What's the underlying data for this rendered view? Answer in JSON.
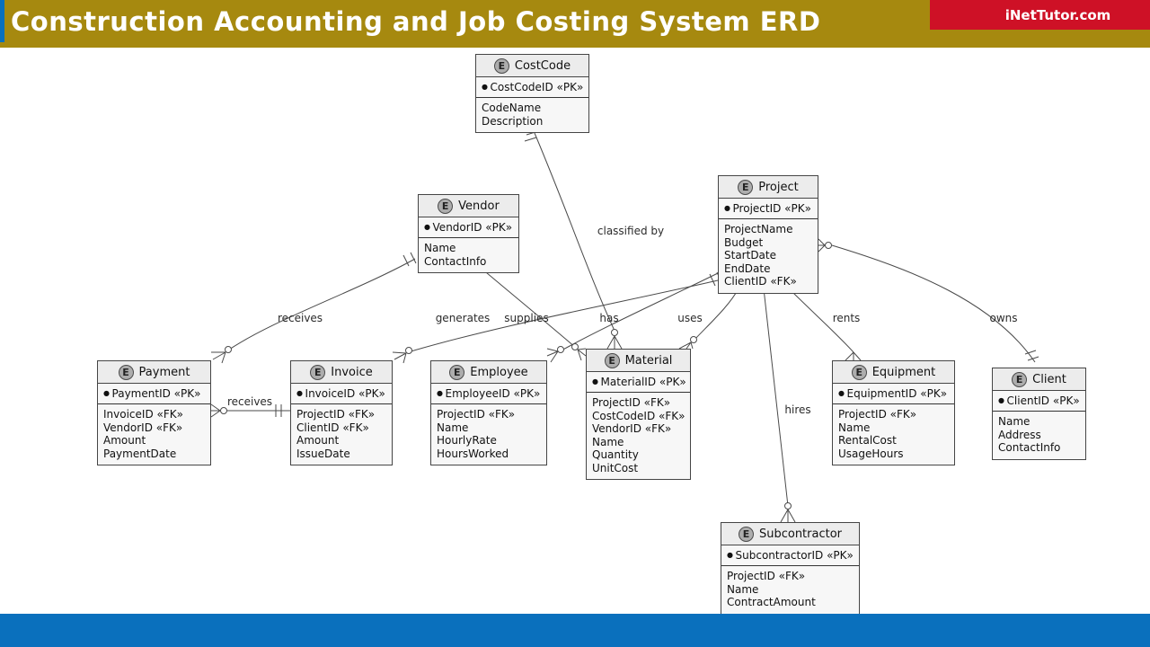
{
  "header": {
    "title": "Construction Accounting and Job Costing System ERD",
    "brand": "iNetTutor.com"
  },
  "diagram": {
    "entity_icon_letter": "E",
    "notation": "crow's foot with circle (zero-or-many) and double tick (one)"
  },
  "entities": {
    "costcode": {
      "name": "CostCode",
      "pk": "CostCodeID «PK»",
      "attrs": [
        "CodeName",
        "Description"
      ]
    },
    "vendor": {
      "name": "Vendor",
      "pk": "VendorID «PK»",
      "attrs": [
        "Name",
        "ContactInfo"
      ]
    },
    "project": {
      "name": "Project",
      "pk": "ProjectID «PK»",
      "attrs": [
        "ProjectName",
        "Budget",
        "StartDate",
        "EndDate",
        "ClientID «FK»"
      ]
    },
    "payment": {
      "name": "Payment",
      "pk": "PaymentID «PK»",
      "attrs": [
        "InvoiceID «FK»",
        "VendorID «FK»",
        "Amount",
        "PaymentDate"
      ]
    },
    "invoice": {
      "name": "Invoice",
      "pk": "InvoiceID «PK»",
      "attrs": [
        "ProjectID «FK»",
        "ClientID «FK»",
        "Amount",
        "IssueDate"
      ]
    },
    "employee": {
      "name": "Employee",
      "pk": "EmployeeID «PK»",
      "attrs": [
        "ProjectID «FK»",
        "Name",
        "HourlyRate",
        "HoursWorked"
      ]
    },
    "material": {
      "name": "Material",
      "pk": "MaterialID «PK»",
      "attrs": [
        "ProjectID «FK»",
        "CostCodeID «FK»",
        "VendorID «FK»",
        "Name",
        "Quantity",
        "UnitCost"
      ]
    },
    "equipment": {
      "name": "Equipment",
      "pk": "EquipmentID «PK»",
      "attrs": [
        "ProjectID «FK»",
        "Name",
        "RentalCost",
        "UsageHours"
      ]
    },
    "client": {
      "name": "Client",
      "pk": "ClientID «PK»",
      "attrs": [
        "Name",
        "Address",
        "ContactInfo"
      ]
    },
    "subcontractor": {
      "name": "Subcontractor",
      "pk": "SubcontractorID «PK»",
      "attrs": [
        "ProjectID «FK»",
        "Name",
        "ContractAmount"
      ]
    }
  },
  "relationships": [
    {
      "label": "classified by",
      "from": "CostCode",
      "to": "Material"
    },
    {
      "label": "receives",
      "from": "Vendor",
      "to": "Payment"
    },
    {
      "label": "generates",
      "from": "Project",
      "to": "Invoice"
    },
    {
      "label": "supplies",
      "from": "Vendor",
      "to": "Material"
    },
    {
      "label": "has",
      "from": "Project",
      "to": "Employee"
    },
    {
      "label": "uses",
      "from": "Project",
      "to": "Material"
    },
    {
      "label": "rents",
      "from": "Project",
      "to": "Equipment"
    },
    {
      "label": "owns",
      "from": "Client",
      "to": "Project"
    },
    {
      "label": "receives",
      "from": "Invoice",
      "to": "Payment"
    },
    {
      "label": "hires",
      "from": "Project",
      "to": "Subcontractor"
    }
  ],
  "colors": {
    "header_bg": "#A6890F",
    "brand_bg": "#CE1126",
    "footer_bg": "#0A70BD",
    "ent_border": "#454545",
    "ent_head": "#ECECEC",
    "ent_body": "#F7F7F7",
    "line": "#4a4a4a"
  }
}
